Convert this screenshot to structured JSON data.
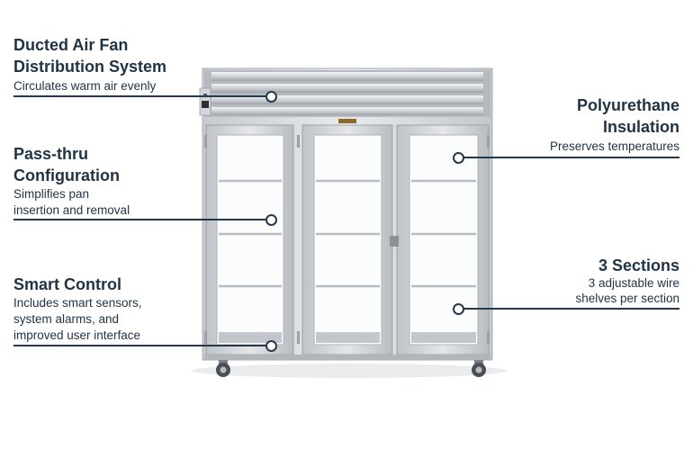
{
  "product": {
    "badge_text": "",
    "name": "Three-section pass-thru refrigerator with glass doors"
  },
  "callouts": {
    "fan": {
      "title_line1": "Ducted Air Fan",
      "title_line2": "Distribution System",
      "description": "Circulates warm air evenly"
    },
    "passthru": {
      "title_line1": "Pass-thru",
      "title_line2": "Configuration",
      "description_line1": "Simplifies pan",
      "description_line2": "insertion and removal"
    },
    "control": {
      "title": "Smart Control",
      "description_line1": "Includes smart sensors,",
      "description_line2": "system alarms, and",
      "description_line3": "improved user interface"
    },
    "insulation": {
      "title_line1": "Polyurethane",
      "title_line2": "Insulation",
      "description": "Preserves temperatures"
    },
    "sections": {
      "title": "3 Sections",
      "description_line1": "3 adjustable wire",
      "description_line2": "shelves per section"
    }
  },
  "colors": {
    "text": "#1f3345",
    "leader_line": "#26394a",
    "stainless": "#d9dcdf"
  }
}
